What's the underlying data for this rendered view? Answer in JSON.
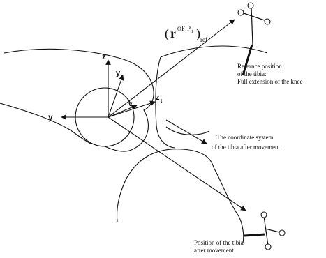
{
  "formula": {
    "open_paren": "(",
    "r": "r",
    "superscript": "O",
    "sup_F": "F",
    "sup_P": "P",
    "sup_sub1": "1",
    "close_paren": ")",
    "subscript": "ref"
  },
  "axes": {
    "z": "z",
    "y": "y",
    "yt": "y",
    "zt": "z",
    "t_sub": "t",
    "vt": "v"
  },
  "annotations": {
    "reference_line1": "Refernce position",
    "reference_line2": "of the tibia:",
    "reference_line3": "Full extension of the knee",
    "coord_line1": "The coordinate system",
    "coord_line2": "of the tibia after movement",
    "position_line1": "Position of the tibia",
    "position_line2": "after movement"
  },
  "colors": {
    "ink": "#111111",
    "background": "#ffffff"
  }
}
